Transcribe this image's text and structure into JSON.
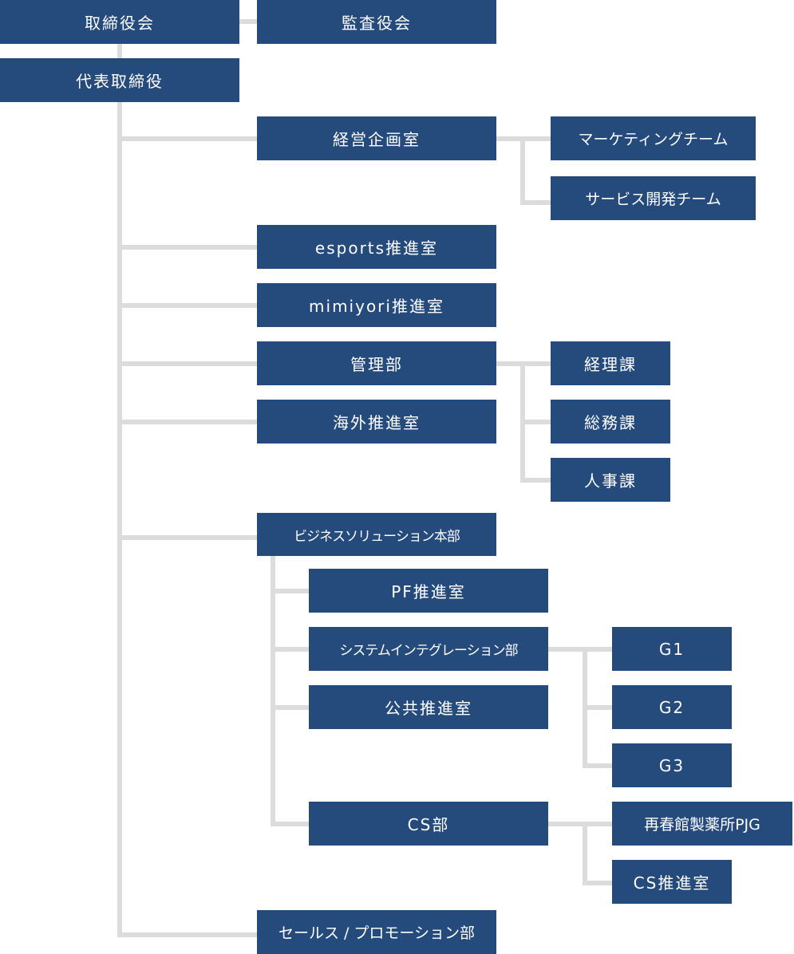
{
  "org": {
    "board": "取締役会",
    "audit": "監査役会",
    "ceo": "代表取締役",
    "planning": "経営企画室",
    "marketing": "マーケティングチーム",
    "service_dev": "サービス開発チーム",
    "esports": "esports推進室",
    "mimiyori": "mimiyori推進室",
    "admin": "管理部",
    "accounting": "経理課",
    "general_affairs": "総務課",
    "hr": "人事課",
    "overseas": "海外推進室",
    "business_solution": "ビジネスソリューション本部",
    "pf": "PF推進室",
    "system_integration": "システムインテグレーション部",
    "g1": "G1",
    "g2": "G2",
    "g3": "G3",
    "public": "公共推進室",
    "cs": "CS部",
    "saishunkan": "再春館製薬所PJG",
    "cs_promotion": "CS推進室",
    "sales_promotion": "セールス / プロモーション部"
  },
  "colors": {
    "box": "#254a7c",
    "text": "#ffffff",
    "line": "#dcdcdc"
  }
}
